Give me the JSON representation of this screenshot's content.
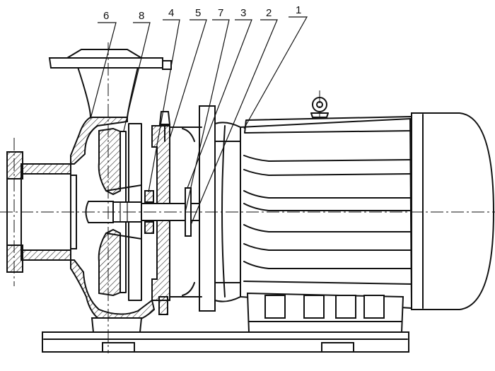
{
  "callouts": [
    "6",
    "8",
    "4",
    "5",
    "7",
    "3",
    "2",
    "1"
  ]
}
